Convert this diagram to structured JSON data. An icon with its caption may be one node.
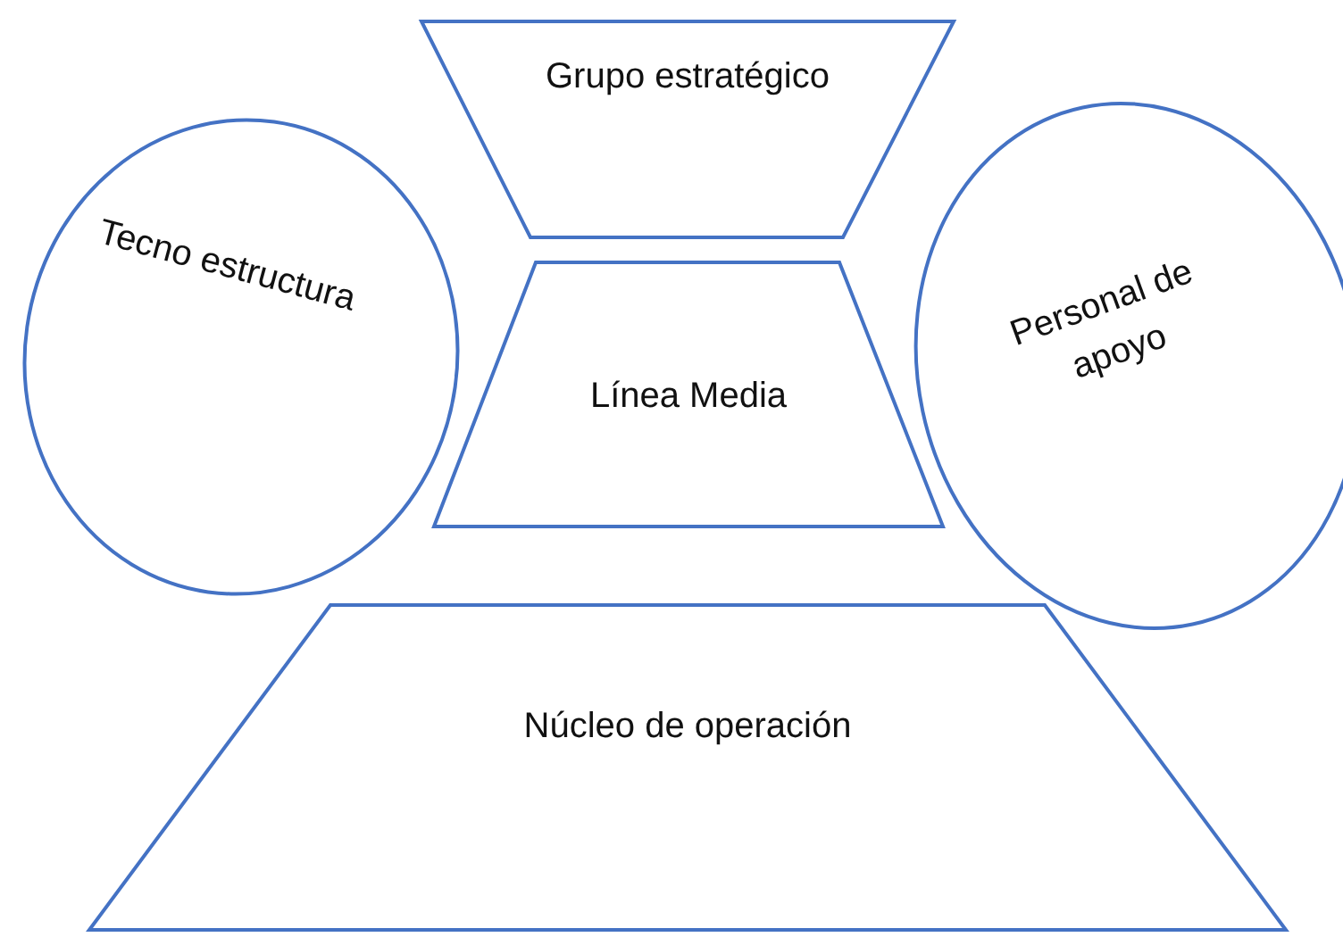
{
  "diagram": {
    "nodes": [
      {
        "text": [
          "Grupo estratégico"
        ]
      },
      {
        "text": [
          "Tecno estructura"
        ]
      },
      {
        "text": [
          "Línea Media"
        ]
      },
      {
        "text": [
          "Personal de apoyo"
        ]
      },
      {
        "text": [
          "Núcleo de operación"
        ]
      }
    ],
    "edges": []
  }
}
